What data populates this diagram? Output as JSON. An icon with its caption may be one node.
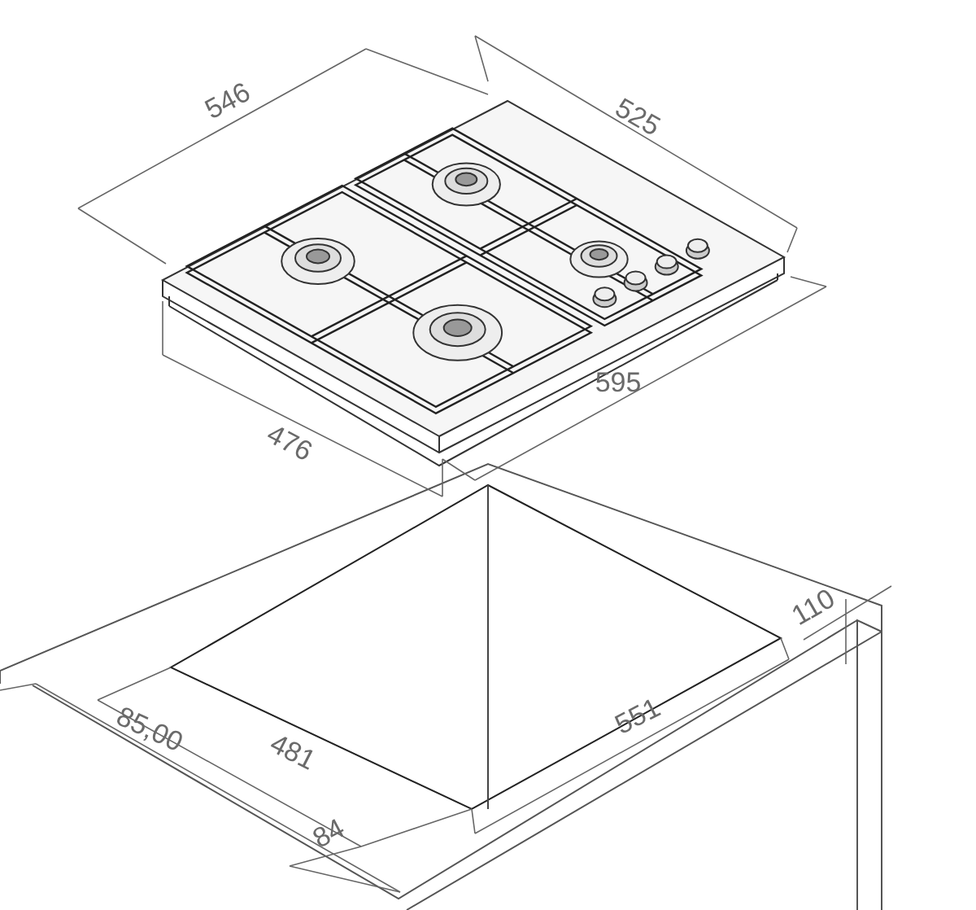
{
  "diagram": {
    "labels": [
      "546",
      "525",
      "595",
      "476",
      "110",
      "85,00",
      "481",
      "551",
      "84"
    ]
  }
}
